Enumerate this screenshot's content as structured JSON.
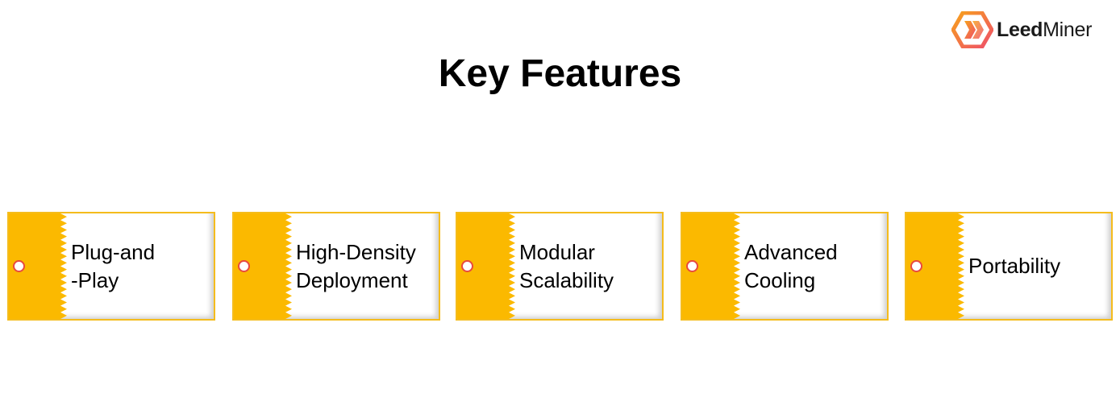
{
  "brand": {
    "name_bold": "Leed",
    "name_regular": "Miner",
    "logo_colors": [
      "#f7a21b",
      "#ef4e6a"
    ]
  },
  "title": "Key Features",
  "colors": {
    "accent": "#fbb900",
    "border": "#f5bc1c",
    "dot": "#e8483f"
  },
  "features": [
    {
      "label": "Plug-and\n-Play"
    },
    {
      "label": "High-Density\nDeployment"
    },
    {
      "label": "Modular\nScalability"
    },
    {
      "label": "Advanced\nCooling"
    },
    {
      "label": "Portability"
    }
  ]
}
